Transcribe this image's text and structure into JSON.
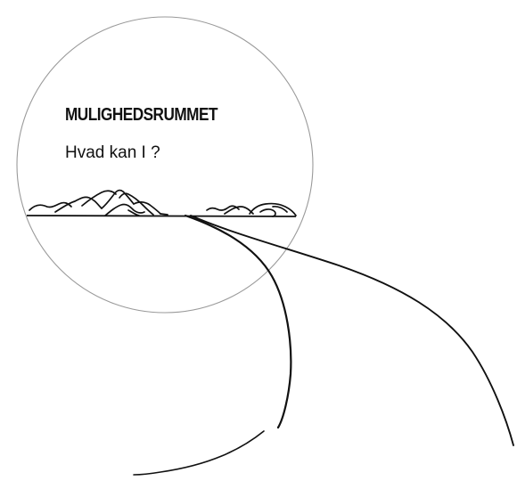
{
  "title": "MULIGHEDSRUMMET",
  "subtitle": "Hvad kan I ?",
  "colors": {
    "ink": "#111111",
    "circle_stroke": "#9a9a9a",
    "background": "#ffffff"
  },
  "icons": [
    "horizon-circle",
    "mountain-range-sketch",
    "road-sketch"
  ]
}
